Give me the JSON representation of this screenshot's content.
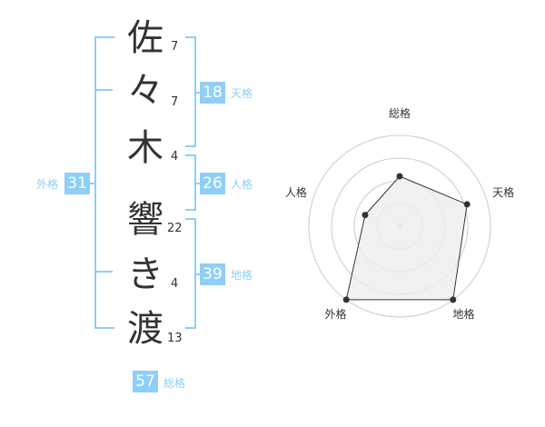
{
  "name_chars": [
    {
      "char": "佐",
      "strokes": "7"
    },
    {
      "char": "々",
      "strokes": "7"
    },
    {
      "char": "木",
      "strokes": "4"
    },
    {
      "char": "響",
      "strokes": "22"
    },
    {
      "char": "き",
      "strokes": "4"
    },
    {
      "char": "渡",
      "strokes": "13"
    }
  ],
  "kaku": {
    "tenkaku": {
      "label": "天格",
      "value": "18"
    },
    "jinkaku": {
      "label": "人格",
      "value": "26"
    },
    "chikaku": {
      "label": "地格",
      "value": "39"
    },
    "gaikaku": {
      "label": "外格",
      "value": "31"
    },
    "soukaku": {
      "label": "総格",
      "value": "57"
    }
  },
  "chart_data": {
    "type": "radar",
    "axes": [
      "総格",
      "天格",
      "地格",
      "外格",
      "人格"
    ],
    "values": [
      0.55,
      0.78,
      1.0,
      1.0,
      0.4
    ],
    "range": [
      0,
      1
    ],
    "rings": 4,
    "colors": {
      "fill": "#eeeeee",
      "line": "#333333",
      "grid": "#cccccc"
    }
  }
}
